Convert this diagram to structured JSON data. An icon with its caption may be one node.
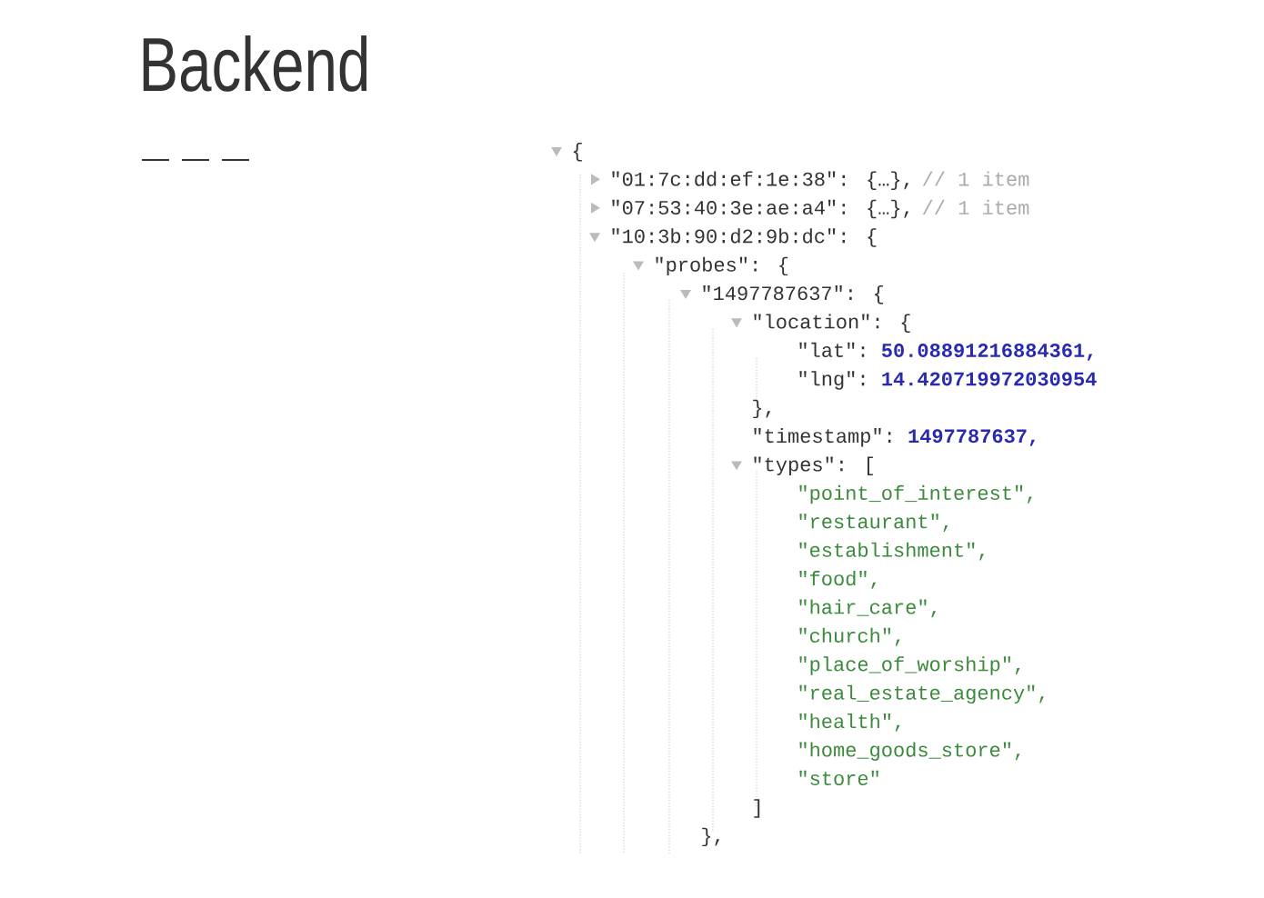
{
  "diagram": {
    "title": "Backend",
    "labels": [
      "{",
      "\"01:7c:dd:ef:1e:38\": {…},",
      "// 1 item",
      "\"07:53:40:3e:ae:a4\": {…},",
      "// 1 item",
      "\"10:3b:90:d2:9b:dc\": {",
      "\"probes\": {",
      "\"1497787637\": {",
      "\"location\": {",
      "\"lat\":",
      "50.08891216884361,",
      "\"lng\":",
      "14.420719972030954",
      "},",
      "\"timestamp\":",
      "1497787637,",
      "\"types\": [",
      "\"point_of_interest\",",
      "\"restaurant\",",
      "\"establishment\",",
      "\"food\",",
      "\"hair_care\",",
      "\"church\",",
      "\"place_of_worship\",",
      "\"real_estate_agency\",",
      "\"health\",",
      "\"home_goods_store\",",
      "\"store\"",
      "]",
      "},"
    ]
  }
}
